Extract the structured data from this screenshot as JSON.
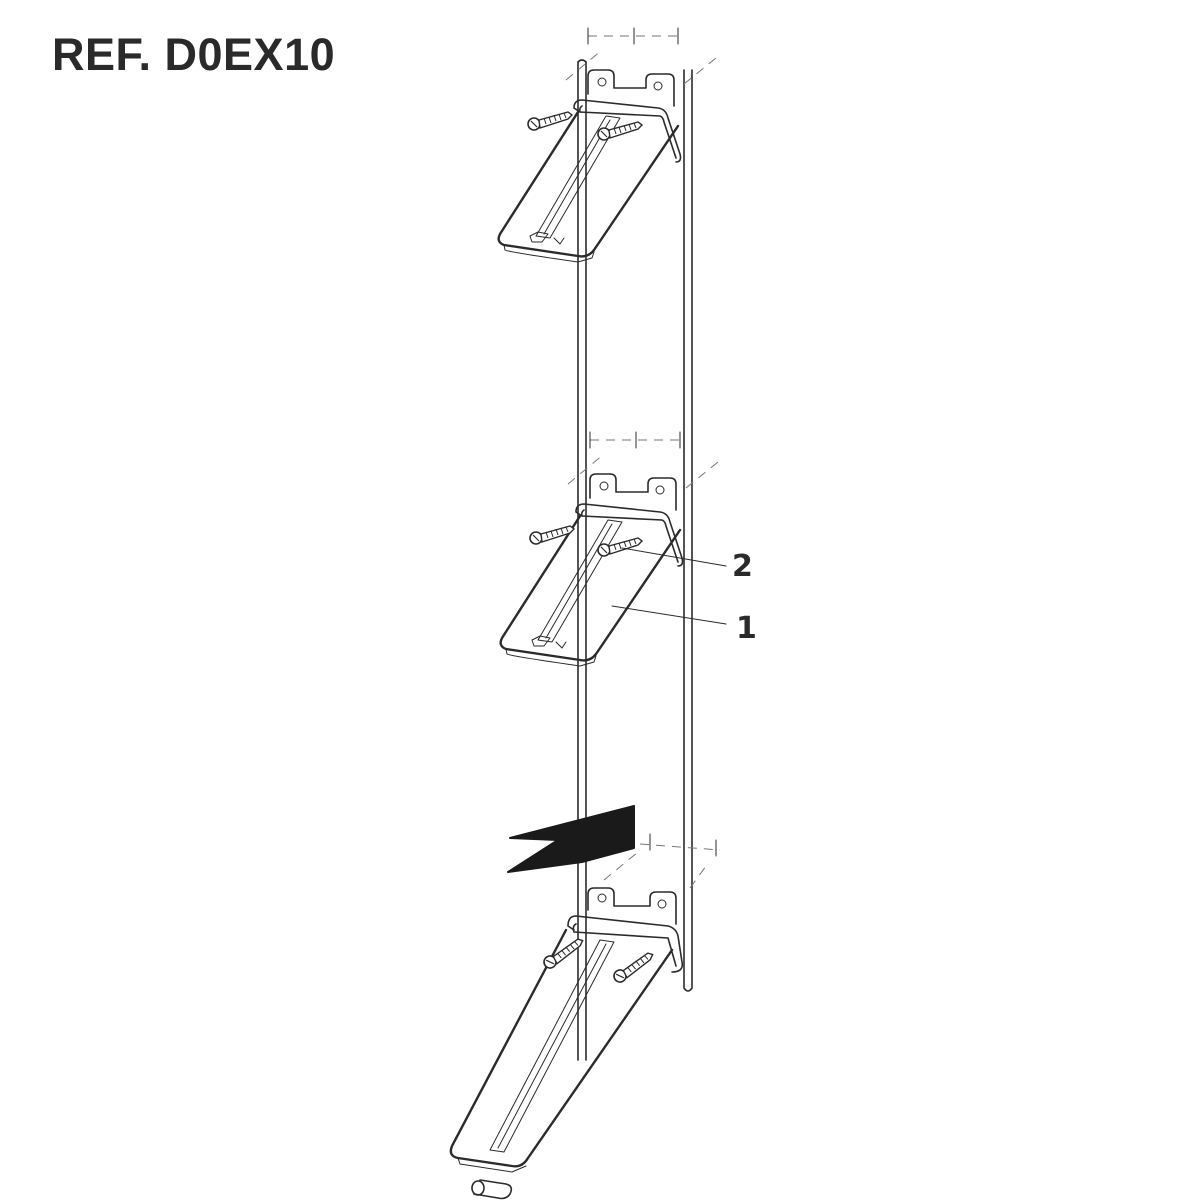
{
  "header": {
    "title": "REF. D0EX10"
  },
  "callouts": [
    {
      "id": "2",
      "label": "2",
      "refers_to": "screw"
    },
    {
      "id": "1",
      "label": "1",
      "refers_to": "holder"
    }
  ],
  "icons": {
    "screw": "screw-icon",
    "arrow": "direction-arrow-icon"
  },
  "colors": {
    "line": "#2b2b2b",
    "arrow_fill": "#1a1a1a",
    "text": "#2a2a2a",
    "background": "#ffffff"
  }
}
